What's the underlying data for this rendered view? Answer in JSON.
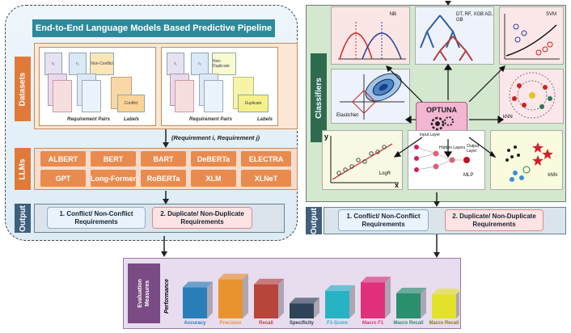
{
  "pipeline": {
    "title": "End-to-End Language Models Based Predictive Pipeline",
    "datasets_label": "Datasets",
    "llms_label": "LLMs",
    "output_label": "Output",
    "dataset_a": {
      "cards": [
        "r₁",
        "r₂",
        "Non-Conflict",
        "Conflict"
      ],
      "pairs_caption": "Requirement Pairs",
      "labels_caption": "Labels"
    },
    "dataset_b": {
      "cards": [
        "r₁",
        "r₂",
        "Non-Duplicate",
        "Duplicate"
      ],
      "pairs_caption": "Requirement Pairs",
      "labels_caption": "Labels"
    },
    "pair_notation": "(Requirement i, Requirement j)",
    "llms": [
      "ALBERT",
      "BERT",
      "BART",
      "DeBERTa",
      "ELECTRA",
      "GPT",
      "Long-Former",
      "RoBERTa",
      "XLM",
      "XLNeT"
    ],
    "outputs": [
      "1. Conflict/ Non-Conflict Requirements",
      "2. Duplicate/ Non-Duplicate Requirements"
    ]
  },
  "classifiers": {
    "label": "Classifiers",
    "center": "OPTUNA",
    "tiles": {
      "nb": "NB",
      "trees": "DT, RF, XGB AD, GB",
      "svm": "SVM",
      "elasticnet": "ElasticNet",
      "knn_top": "kNN",
      "logr": "LogR",
      "mlp": "MLP",
      "knn_bottom": "kNN",
      "mlp_input": "Input Layer",
      "mlp_hidden": "Hidden Layers",
      "mlp_output": "Output Layer"
    },
    "output_label": "Output",
    "outputs": [
      "1. Conflict/ Non-Conflict Requirements",
      "2. Duplicate/ Non-Duplicate Requirements"
    ]
  },
  "evaluation": {
    "label": "Evaluation Measures",
    "axis_label": "Performance",
    "metrics": [
      {
        "name": "Accuracy",
        "color": "#2a7fb8",
        "level": 0.62
      },
      {
        "name": "Precision",
        "color": "#e8932e",
        "level": 0.78
      },
      {
        "name": "Recall",
        "color": "#b8453a",
        "level": 0.68
      },
      {
        "name": "Specificity",
        "color": "#2f4358",
        "level": 0.3
      },
      {
        "name": "F1-Score",
        "color": "#28b3c4",
        "level": 0.55
      },
      {
        "name": "Macro F1",
        "color": "#e0307c",
        "level": 0.72
      },
      {
        "name": "Macro Recall",
        "color": "#2a8f6d",
        "level": 0.5
      },
      {
        "name": "Macro Recall",
        "color": "#e2e22a",
        "level": 0.48
      }
    ]
  }
}
